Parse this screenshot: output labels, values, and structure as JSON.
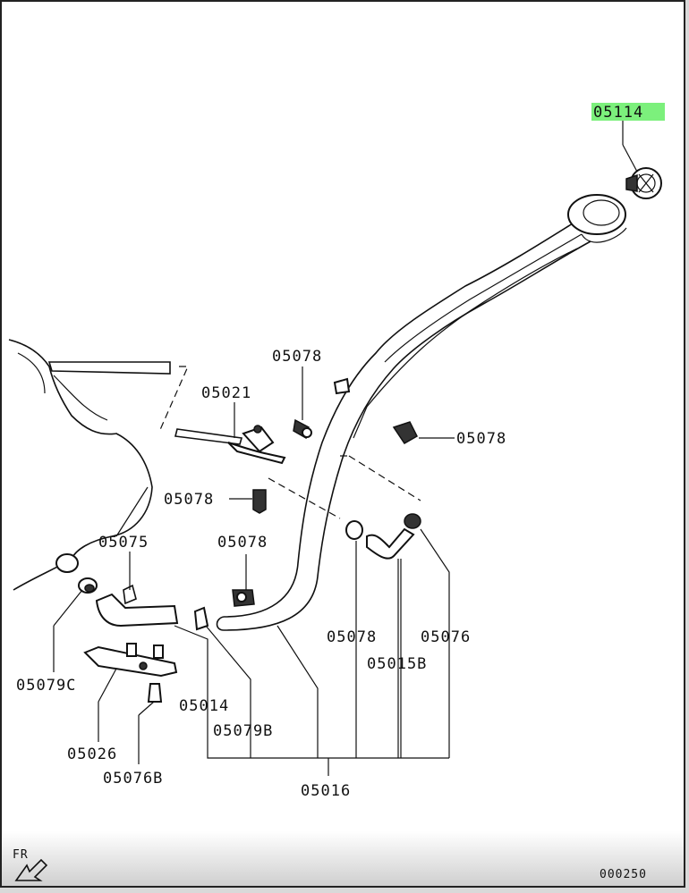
{
  "highlight_color": "#7cf07c",
  "parts": {
    "cap": "05114",
    "vent_clamp": "05078",
    "clip_right": "05078",
    "bracket": "05021",
    "clip_left": "05078",
    "hose_left": "05075",
    "clip_mid": "05078",
    "grommet_c": "05079C",
    "joint": "05026",
    "clip_b": "05076B",
    "clamp_14": "05014",
    "grommet_b": "05079B",
    "filler_neck": "05016",
    "clamp_mid": "05078",
    "clamp_right": "05076",
    "hose_b": "05015B"
  },
  "direction": "FR",
  "drawing_code": "000250"
}
